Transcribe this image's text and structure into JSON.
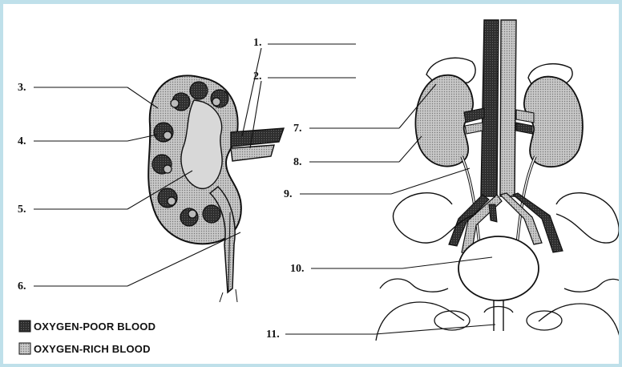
{
  "labels": [
    "1.",
    "2.",
    "3.",
    "4.",
    "5.",
    "6.",
    "7.",
    "8.",
    "9.",
    "10.",
    "11."
  ],
  "legend": {
    "poor": "OXYGEN-POOR BLOOD",
    "rich": "OXYGEN-RICH BLOOD"
  },
  "colors": {
    "poor_fill": "#3a3a3a",
    "rich_fill": "#c4c4c4",
    "frame": "#bfe0ea",
    "line": "#111111"
  }
}
